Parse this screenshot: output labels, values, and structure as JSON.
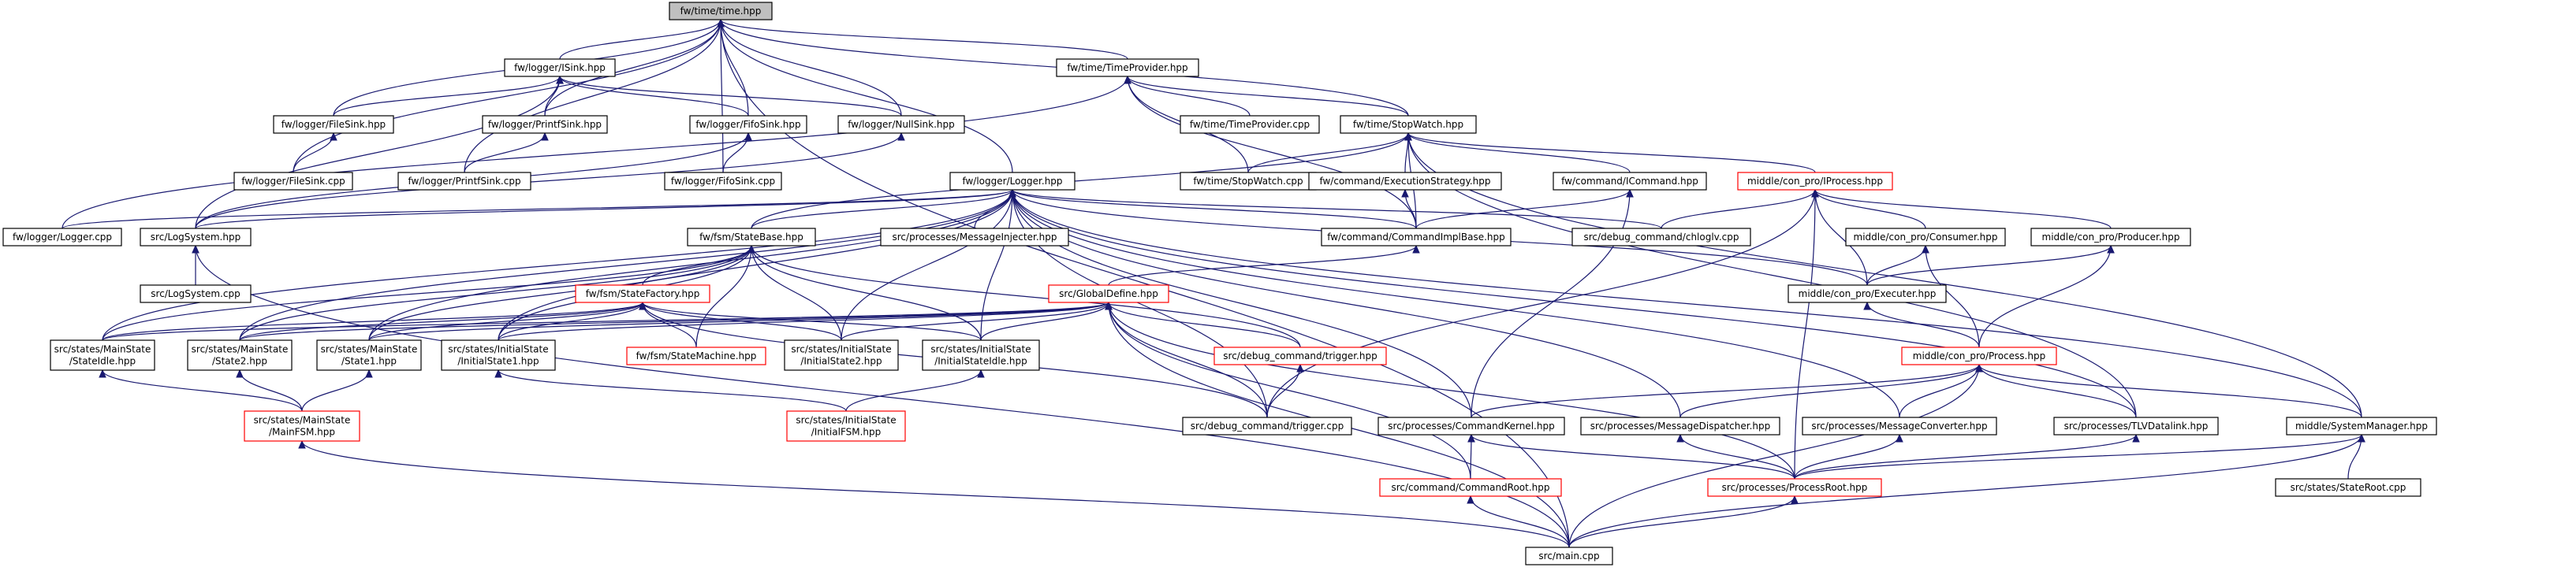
{
  "diagram": {
    "nodes": [
      {
        "id": "time_hpp",
        "lines": [
          "fw/time/time.hpp"
        ],
        "focus": true
      },
      {
        "id": "isink_hpp",
        "lines": [
          "fw/logger/ISink.hpp"
        ]
      },
      {
        "id": "timeprovider_hpp",
        "lines": [
          "fw/time/TimeProvider.hpp"
        ]
      },
      {
        "id": "filesink_hpp",
        "lines": [
          "fw/logger/FileSink.hpp"
        ]
      },
      {
        "id": "printfsink_hpp",
        "lines": [
          "fw/logger/PrintfSink.hpp"
        ]
      },
      {
        "id": "fifosink_hpp",
        "lines": [
          "fw/logger/FifoSink.hpp"
        ]
      },
      {
        "id": "nullsink_hpp",
        "lines": [
          "fw/logger/NullSink.hpp"
        ]
      },
      {
        "id": "timeprovider_cpp",
        "lines": [
          "fw/time/TimeProvider.cpp"
        ]
      },
      {
        "id": "stopwatch_hpp",
        "lines": [
          "fw/time/StopWatch.hpp"
        ]
      },
      {
        "id": "filesink_cpp",
        "lines": [
          "fw/logger/FileSink.cpp"
        ]
      },
      {
        "id": "printfsink_cpp",
        "lines": [
          "fw/logger/PrintfSink.cpp"
        ]
      },
      {
        "id": "fifosink_cpp",
        "lines": [
          "fw/logger/FifoSink.cpp"
        ]
      },
      {
        "id": "logger_hpp",
        "lines": [
          "fw/logger/Logger.hpp"
        ]
      },
      {
        "id": "stopwatch_cpp",
        "lines": [
          "fw/time/StopWatch.cpp"
        ]
      },
      {
        "id": "execstrategy_hpp",
        "lines": [
          "fw/command/ExecutionStrategy.hpp"
        ]
      },
      {
        "id": "icommand_hpp",
        "lines": [
          "fw/command/ICommand.hpp"
        ]
      },
      {
        "id": "iprocess_hpp",
        "lines": [
          "middle/con_pro/IProcess.hpp"
        ],
        "red": true
      },
      {
        "id": "logger_cpp",
        "lines": [
          "fw/logger/Logger.cpp"
        ]
      },
      {
        "id": "logsystem_hpp",
        "lines": [
          "src/LogSystem.hpp"
        ]
      },
      {
        "id": "statebase_hpp",
        "lines": [
          "fw/fsm/StateBase.hpp"
        ]
      },
      {
        "id": "msginjecter_hpp",
        "lines": [
          "src/processes/MessageInjecter.hpp"
        ]
      },
      {
        "id": "cmdimplbase_hpp",
        "lines": [
          "fw/command/CommandImplBase.hpp"
        ]
      },
      {
        "id": "chloglv_cpp",
        "lines": [
          "src/debug_command/chloglv.cpp"
        ]
      },
      {
        "id": "consumer_hpp",
        "lines": [
          "middle/con_pro/Consumer.hpp"
        ]
      },
      {
        "id": "producer_hpp",
        "lines": [
          "middle/con_pro/Producer.hpp"
        ]
      },
      {
        "id": "logsystem_cpp",
        "lines": [
          "src/LogSystem.cpp"
        ]
      },
      {
        "id": "statefactory_hpp",
        "lines": [
          "fw/fsm/StateFactory.hpp"
        ],
        "red": true
      },
      {
        "id": "globaldefine_hpp",
        "lines": [
          "src/GlobalDefine.hpp"
        ],
        "red": true
      },
      {
        "id": "executer_hpp",
        "lines": [
          "middle/con_pro/Executer.hpp"
        ]
      },
      {
        "id": "mainstate_idle",
        "lines": [
          "src/states/MainState",
          "/StateIdle.hpp"
        ]
      },
      {
        "id": "mainstate_state2",
        "lines": [
          "src/states/MainState",
          "/State2.hpp"
        ]
      },
      {
        "id": "mainstate_state1",
        "lines": [
          "src/states/MainState",
          "/State1.hpp"
        ]
      },
      {
        "id": "initstate_state1",
        "lines": [
          "src/states/InitialState",
          "/InitialState1.hpp"
        ]
      },
      {
        "id": "statemachine_hpp",
        "lines": [
          "fw/fsm/StateMachine.hpp"
        ],
        "red": true
      },
      {
        "id": "initstate_state2",
        "lines": [
          "src/states/InitialState",
          "/InitialState2.hpp"
        ]
      },
      {
        "id": "initstate_idle",
        "lines": [
          "src/states/InitialState",
          "/InitialStateIdle.hpp"
        ]
      },
      {
        "id": "trigger_hpp",
        "lines": [
          "src/debug_command/trigger.hpp"
        ],
        "red": true
      },
      {
        "id": "process_hpp",
        "lines": [
          "middle/con_pro/Process.hpp"
        ],
        "red": true
      },
      {
        "id": "mainfsm_hpp",
        "lines": [
          "src/states/MainState",
          "/MainFSM.hpp"
        ],
        "red": true
      },
      {
        "id": "initialfsm_hpp",
        "lines": [
          "src/states/InitialState",
          "/InitialFSM.hpp"
        ],
        "red": true
      },
      {
        "id": "trigger_cpp",
        "lines": [
          "src/debug_command/trigger.cpp"
        ]
      },
      {
        "id": "cmdkernel_hpp",
        "lines": [
          "src/processes/CommandKernel.hpp"
        ]
      },
      {
        "id": "msgdispatcher_hpp",
        "lines": [
          "src/processes/MessageDispatcher.hpp"
        ]
      },
      {
        "id": "msgconverter_hpp",
        "lines": [
          "src/processes/MessageConverter.hpp"
        ]
      },
      {
        "id": "tlvdatalink_hpp",
        "lines": [
          "src/processes/TLVDatalink.hpp"
        ]
      },
      {
        "id": "sysmanager_hpp",
        "lines": [
          "middle/SystemManager.hpp"
        ]
      },
      {
        "id": "cmdroot_hpp",
        "lines": [
          "src/command/CommandRoot.hpp"
        ],
        "red": true
      },
      {
        "id": "processroot_hpp",
        "lines": [
          "src/processes/ProcessRoot.hpp"
        ],
        "red": true
      },
      {
        "id": "stateroot_cpp",
        "lines": [
          "src/states/StateRoot.cpp"
        ]
      },
      {
        "id": "main_cpp",
        "lines": [
          "src/main.cpp"
        ]
      }
    ],
    "edges": [
      {
        "from": "isink_hpp",
        "to": "time_hpp"
      },
      {
        "from": "timeprovider_hpp",
        "to": "time_hpp"
      },
      {
        "from": "filesink_hpp",
        "to": "time_hpp"
      },
      {
        "from": "printfsink_hpp",
        "to": "time_hpp"
      },
      {
        "from": "fifosink_hpp",
        "to": "time_hpp"
      },
      {
        "from": "nullsink_hpp",
        "to": "time_hpp"
      },
      {
        "from": "stopwatch_hpp",
        "to": "time_hpp"
      },
      {
        "from": "filesink_cpp",
        "to": "time_hpp"
      },
      {
        "from": "printfsink_cpp",
        "to": "time_hpp"
      },
      {
        "from": "fifosink_cpp",
        "to": "time_hpp"
      },
      {
        "from": "logger_hpp",
        "to": "time_hpp"
      },
      {
        "from": "main_cpp",
        "to": "time_hpp"
      },
      {
        "from": "filesink_hpp",
        "to": "isink_hpp"
      },
      {
        "from": "printfsink_hpp",
        "to": "isink_hpp"
      },
      {
        "from": "fifosink_hpp",
        "to": "isink_hpp"
      },
      {
        "from": "nullsink_hpp",
        "to": "isink_hpp"
      },
      {
        "from": "logsystem_hpp",
        "to": "isink_hpp"
      },
      {
        "from": "filesink_cpp",
        "to": "filesink_hpp"
      },
      {
        "from": "printfsink_cpp",
        "to": "printfsink_hpp"
      },
      {
        "from": "fifosink_cpp",
        "to": "fifosink_hpp"
      },
      {
        "from": "logsystem_hpp",
        "to": "fifosink_hpp"
      },
      {
        "from": "logsystem_hpp",
        "to": "nullsink_hpp"
      },
      {
        "from": "timeprovider_cpp",
        "to": "timeprovider_hpp"
      },
      {
        "from": "stopwatch_hpp",
        "to": "timeprovider_hpp"
      },
      {
        "from": "stopwatch_cpp",
        "to": "timeprovider_hpp"
      },
      {
        "from": "logger_cpp",
        "to": "timeprovider_hpp"
      },
      {
        "from": "cmdimplbase_hpp",
        "to": "timeprovider_hpp"
      },
      {
        "from": "stopwatch_cpp",
        "to": "stopwatch_hpp"
      },
      {
        "from": "execstrategy_hpp",
        "to": "stopwatch_hpp"
      },
      {
        "from": "icommand_hpp",
        "to": "stopwatch_hpp"
      },
      {
        "from": "iprocess_hpp",
        "to": "stopwatch_hpp"
      },
      {
        "from": "statebase_hpp",
        "to": "stopwatch_hpp"
      },
      {
        "from": "cmdimplbase_hpp",
        "to": "stopwatch_hpp"
      },
      {
        "from": "sysmanager_hpp",
        "to": "stopwatch_hpp"
      },
      {
        "from": "tlvdatalink_hpp",
        "to": "stopwatch_hpp"
      },
      {
        "from": "logger_cpp",
        "to": "logger_hpp"
      },
      {
        "from": "logsystem_hpp",
        "to": "logger_hpp"
      },
      {
        "from": "statebase_hpp",
        "to": "logger_hpp"
      },
      {
        "from": "msginjecter_hpp",
        "to": "logger_hpp"
      },
      {
        "from": "cmdimplbase_hpp",
        "to": "logger_hpp"
      },
      {
        "from": "chloglv_cpp",
        "to": "logger_hpp"
      },
      {
        "from": "executer_hpp",
        "to": "logger_hpp"
      },
      {
        "from": "trigger_cpp",
        "to": "logger_hpp"
      },
      {
        "from": "cmdkernel_hpp",
        "to": "logger_hpp"
      },
      {
        "from": "msgdispatcher_hpp",
        "to": "logger_hpp"
      },
      {
        "from": "msgconverter_hpp",
        "to": "logger_hpp"
      },
      {
        "from": "tlvdatalink_hpp",
        "to": "logger_hpp"
      },
      {
        "from": "sysmanager_hpp",
        "to": "logger_hpp"
      },
      {
        "from": "mainstate_idle",
        "to": "logger_hpp"
      },
      {
        "from": "mainstate_state2",
        "to": "logger_hpp"
      },
      {
        "from": "mainstate_state1",
        "to": "logger_hpp"
      },
      {
        "from": "initstate_state1",
        "to": "logger_hpp"
      },
      {
        "from": "initstate_state2",
        "to": "logger_hpp"
      },
      {
        "from": "initstate_idle",
        "to": "logger_hpp"
      },
      {
        "from": "cmdimplbase_hpp",
        "to": "execstrategy_hpp"
      },
      {
        "from": "cmdimplbase_hpp",
        "to": "icommand_hpp"
      },
      {
        "from": "cmdkernel_hpp",
        "to": "icommand_hpp"
      },
      {
        "from": "chloglv_cpp",
        "to": "iprocess_hpp"
      },
      {
        "from": "consumer_hpp",
        "to": "iprocess_hpp"
      },
      {
        "from": "producer_hpp",
        "to": "iprocess_hpp"
      },
      {
        "from": "executer_hpp",
        "to": "iprocess_hpp"
      },
      {
        "from": "trigger_cpp",
        "to": "iprocess_hpp"
      },
      {
        "from": "processroot_hpp",
        "to": "iprocess_hpp"
      },
      {
        "from": "logsystem_cpp",
        "to": "logsystem_hpp"
      },
      {
        "from": "main_cpp",
        "to": "logsystem_hpp"
      },
      {
        "from": "statefactory_hpp",
        "to": "statebase_hpp"
      },
      {
        "from": "mainstate_idle",
        "to": "statebase_hpp"
      },
      {
        "from": "mainstate_state2",
        "to": "statebase_hpp"
      },
      {
        "from": "mainstate_state1",
        "to": "statebase_hpp"
      },
      {
        "from": "initstate_state1",
        "to": "statebase_hpp"
      },
      {
        "from": "statemachine_hpp",
        "to": "statebase_hpp"
      },
      {
        "from": "initstate_state2",
        "to": "statebase_hpp"
      },
      {
        "from": "initstate_idle",
        "to": "statebase_hpp"
      },
      {
        "from": "trigger_hpp",
        "to": "statebase_hpp"
      },
      {
        "from": "globaldefine_hpp",
        "to": "cmdimplbase_hpp"
      },
      {
        "from": "executer_hpp",
        "to": "consumer_hpp"
      },
      {
        "from": "executer_hpp",
        "to": "producer_hpp"
      },
      {
        "from": "process_hpp",
        "to": "consumer_hpp"
      },
      {
        "from": "process_hpp",
        "to": "producer_hpp"
      },
      {
        "from": "process_hpp",
        "to": "executer_hpp"
      },
      {
        "from": "mainstate_idle",
        "to": "statefactory_hpp"
      },
      {
        "from": "mainstate_state2",
        "to": "statefactory_hpp"
      },
      {
        "from": "mainstate_state1",
        "to": "statefactory_hpp"
      },
      {
        "from": "initstate_state1",
        "to": "statefactory_hpp"
      },
      {
        "from": "statemachine_hpp",
        "to": "statefactory_hpp"
      },
      {
        "from": "initstate_state2",
        "to": "statefactory_hpp"
      },
      {
        "from": "initstate_idle",
        "to": "statefactory_hpp"
      },
      {
        "from": "trigger_cpp",
        "to": "statefactory_hpp"
      },
      {
        "from": "mainstate_idle",
        "to": "globaldefine_hpp"
      },
      {
        "from": "mainstate_state2",
        "to": "globaldefine_hpp"
      },
      {
        "from": "mainstate_state1",
        "to": "globaldefine_hpp"
      },
      {
        "from": "initstate_state1",
        "to": "globaldefine_hpp"
      },
      {
        "from": "initstate_state2",
        "to": "globaldefine_hpp"
      },
      {
        "from": "initstate_idle",
        "to": "globaldefine_hpp"
      },
      {
        "from": "trigger_hpp",
        "to": "globaldefine_hpp"
      },
      {
        "from": "trigger_cpp",
        "to": "globaldefine_hpp"
      },
      {
        "from": "cmdroot_hpp",
        "to": "globaldefine_hpp"
      },
      {
        "from": "processroot_hpp",
        "to": "globaldefine_hpp"
      },
      {
        "from": "main_cpp",
        "to": "globaldefine_hpp"
      },
      {
        "from": "trigger_cpp",
        "to": "trigger_hpp"
      },
      {
        "from": "mainfsm_hpp",
        "to": "mainstate_idle"
      },
      {
        "from": "mainfsm_hpp",
        "to": "mainstate_state2"
      },
      {
        "from": "mainfsm_hpp",
        "to": "mainstate_state1"
      },
      {
        "from": "initialfsm_hpp",
        "to": "initstate_state1"
      },
      {
        "from": "initialfsm_hpp",
        "to": "initstate_idle"
      },
      {
        "from": "main_cpp",
        "to": "mainfsm_hpp"
      },
      {
        "from": "cmdkernel_hpp",
        "to": "process_hpp"
      },
      {
        "from": "msgdispatcher_hpp",
        "to": "process_hpp"
      },
      {
        "from": "msgconverter_hpp",
        "to": "process_hpp"
      },
      {
        "from": "tlvdatalink_hpp",
        "to": "process_hpp"
      },
      {
        "from": "sysmanager_hpp",
        "to": "process_hpp"
      },
      {
        "from": "main_cpp",
        "to": "process_hpp"
      },
      {
        "from": "cmdroot_hpp",
        "to": "cmdkernel_hpp"
      },
      {
        "from": "processroot_hpp",
        "to": "cmdkernel_hpp"
      },
      {
        "from": "processroot_hpp",
        "to": "msgdispatcher_hpp"
      },
      {
        "from": "processroot_hpp",
        "to": "msgconverter_hpp"
      },
      {
        "from": "processroot_hpp",
        "to": "tlvdatalink_hpp"
      },
      {
        "from": "processroot_hpp",
        "to": "sysmanager_hpp"
      },
      {
        "from": "stateroot_cpp",
        "to": "sysmanager_hpp"
      },
      {
        "from": "main_cpp",
        "to": "sysmanager_hpp"
      },
      {
        "from": "main_cpp",
        "to": "cmdroot_hpp"
      },
      {
        "from": "main_cpp",
        "to": "processroot_hpp"
      }
    ]
  }
}
